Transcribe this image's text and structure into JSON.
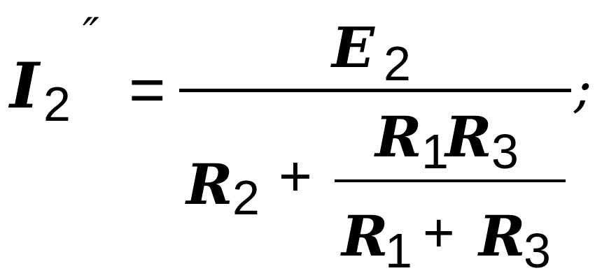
{
  "formula": {
    "lhs": {
      "symbol": "I",
      "subscript": "2",
      "prime": "″"
    },
    "equals": "=",
    "numerator": {
      "symbol": "E",
      "subscript": "2"
    },
    "terminator": ";",
    "denominator": {
      "term1": {
        "symbol": "R",
        "subscript": "2"
      },
      "plus": "+",
      "inner_fraction": {
        "numerator": {
          "factor1": {
            "symbol": "R",
            "subscript": "1"
          },
          "factor2": {
            "symbol": "R",
            "subscript": "3"
          }
        },
        "denominator": {
          "term1": {
            "symbol": "R",
            "subscript": "1"
          },
          "plus": "+",
          "term2": {
            "symbol": "R",
            "subscript": "3"
          }
        }
      }
    }
  }
}
